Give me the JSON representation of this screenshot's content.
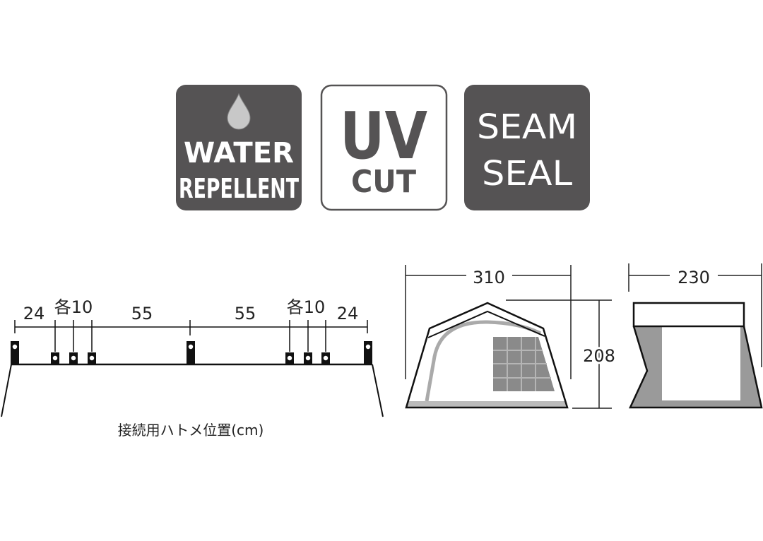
{
  "badges": [
    {
      "lines": [
        "WATER",
        "REPELLENT"
      ],
      "icon": "water-drop-icon",
      "style": "filled"
    },
    {
      "lines": [
        "UV",
        "CUT"
      ],
      "style": "outlined"
    },
    {
      "lines": [
        "SEAM",
        "SEAL"
      ],
      "style": "filled"
    }
  ],
  "eyelet_diagram": {
    "labels": [
      "24",
      "各10",
      "55",
      "55",
      "各10",
      "24"
    ],
    "caption": "接続用ハトメ位置(cm)"
  },
  "front_view": {
    "width": "310",
    "height": "208"
  },
  "side_view": {
    "depth": "230"
  },
  "colors": {
    "badge_fill": "#555354",
    "panel_gray": "#9a9a9a",
    "line": "#111111"
  }
}
